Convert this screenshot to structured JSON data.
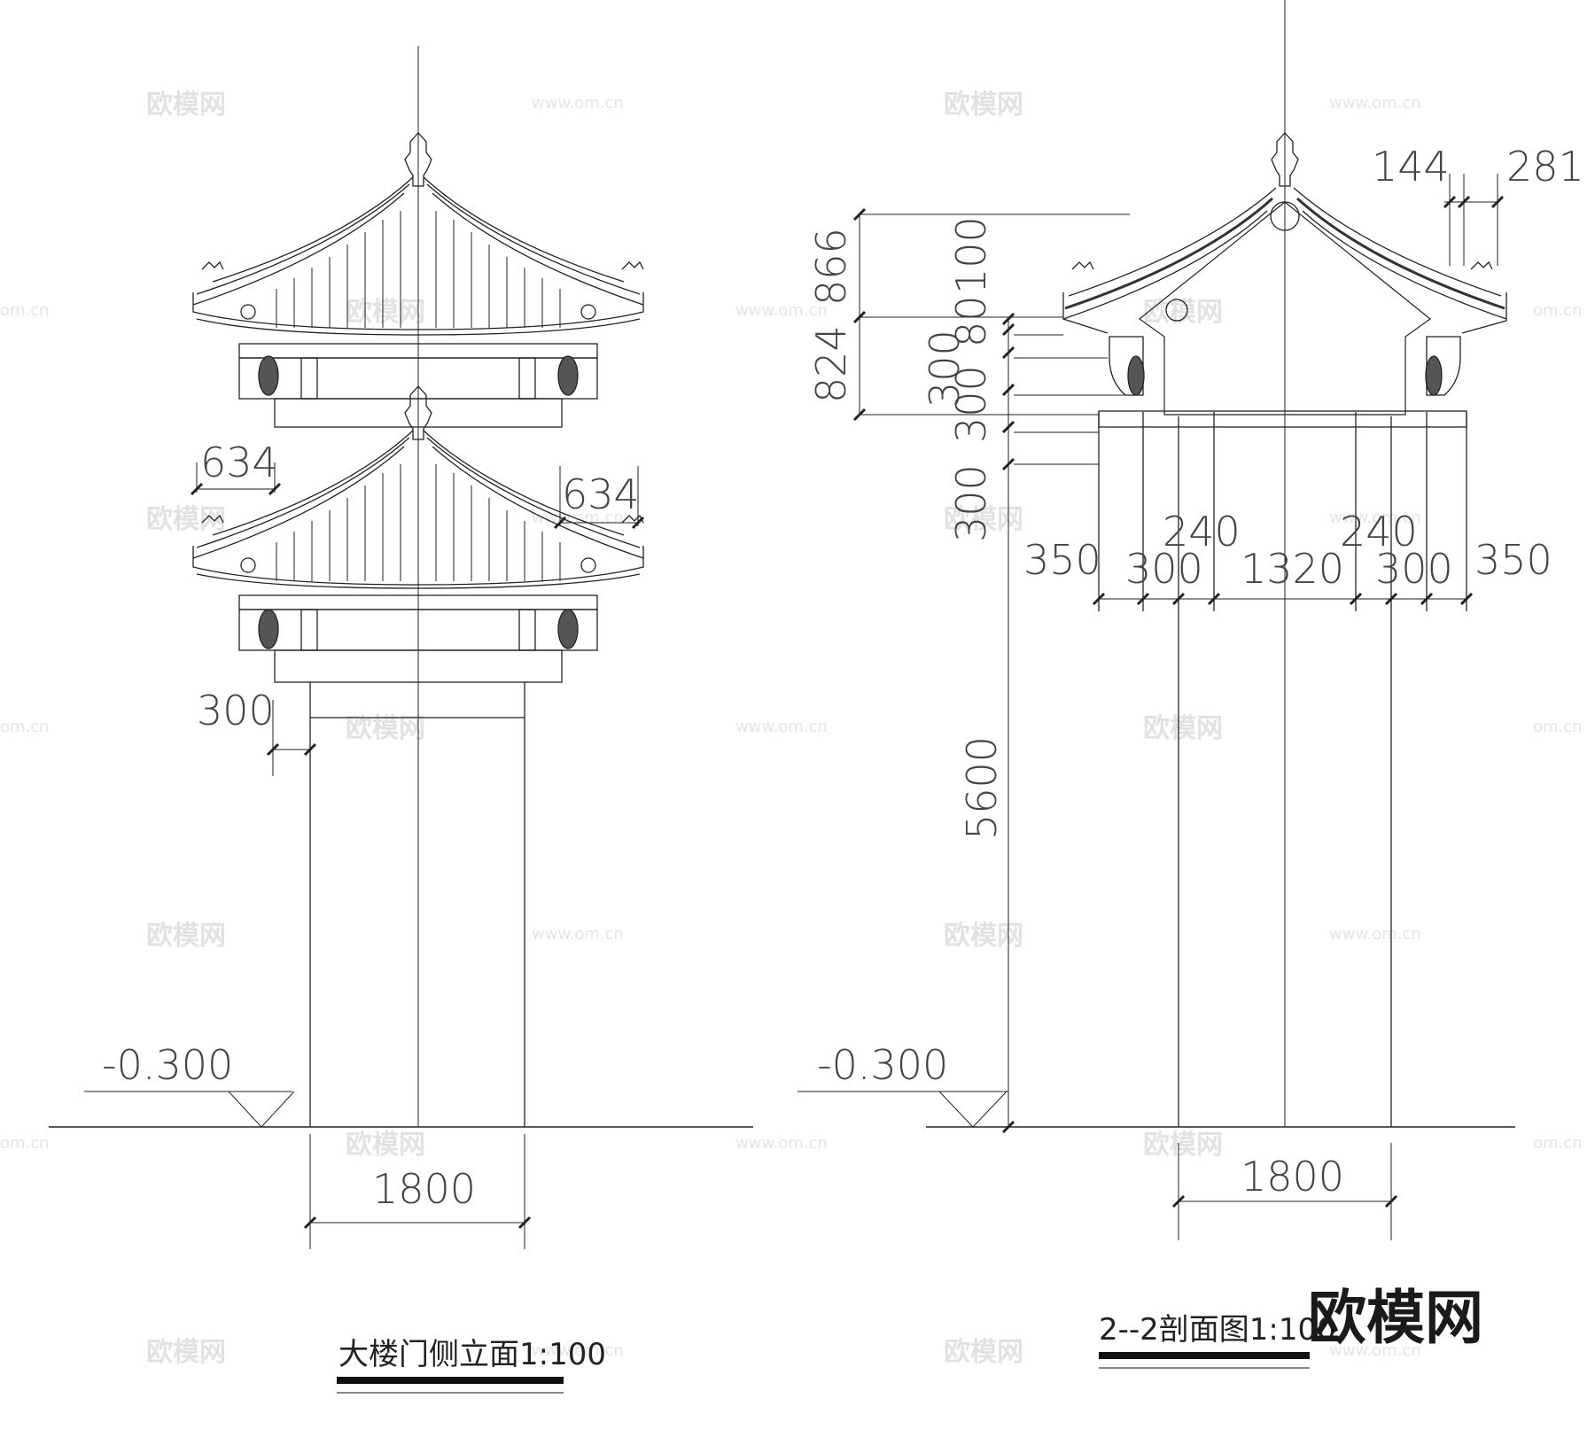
{
  "watermark": {
    "brand": "欧模网",
    "url": "www.om.cn",
    "url_short": "om.cn"
  },
  "brand_mark": "欧模网",
  "elevation": {
    "title": "大楼门侧立面1:100",
    "dims": {
      "eave_left": "634",
      "eave_right": "634",
      "column": "300",
      "width": "1800",
      "level": "-0.300"
    }
  },
  "section": {
    "title": "2--2剖面图1:100",
    "dims": {
      "top_left": "144",
      "top_right": "281",
      "h_866": "866",
      "h_824": "824",
      "h_100": "100",
      "h_80": "80",
      "h_300a": "300",
      "h_300b": "300",
      "h_300c": "300",
      "h_5600": "5600",
      "w_350a": "350",
      "w_300a": "300",
      "w_240a": "240",
      "w_1320": "1320",
      "w_240b": "240",
      "w_300b": "300",
      "w_350b": "350",
      "width": "1800",
      "level": "-0.300"
    }
  }
}
